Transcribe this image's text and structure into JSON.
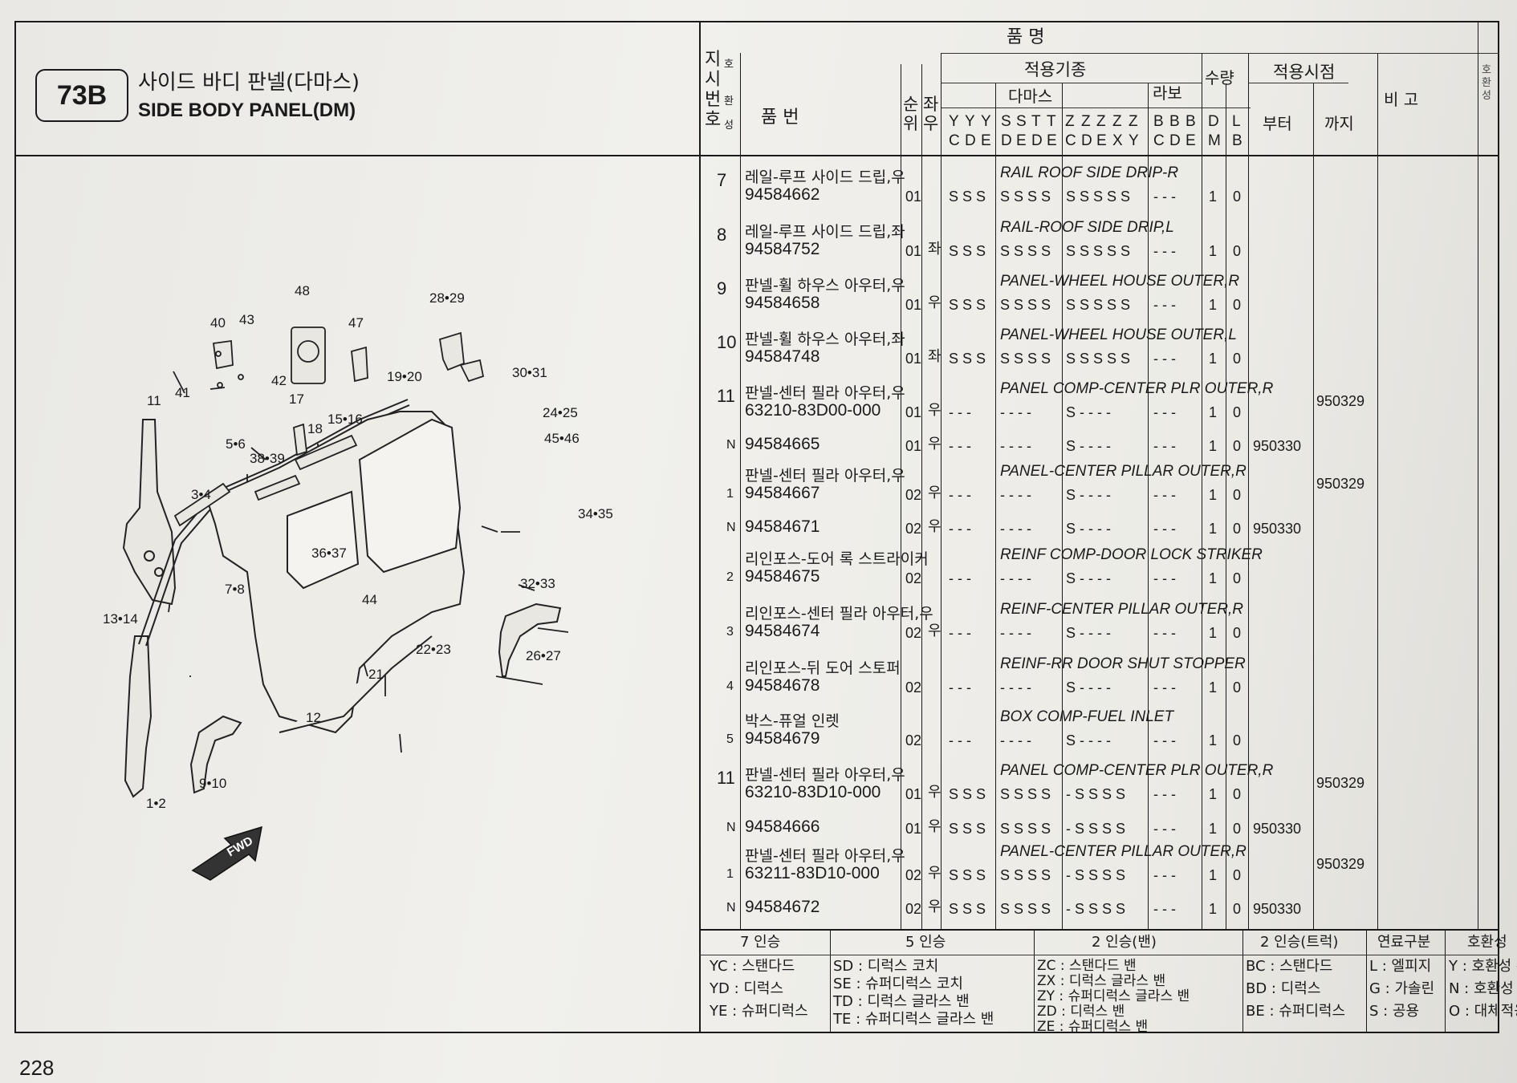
{
  "section": {
    "code": "73B",
    "title_kr": "사이드 바디 판넬(다마스)",
    "title_en": "SIDE BODY PANEL(DM)"
  },
  "header": {
    "jisi_hosi": "지시번호",
    "ho": "호",
    "hwan": "환",
    "seong": "성",
    "pummyeong": "품          명",
    "pumbeon": "품          번",
    "sunwi": "순위",
    "jwau": "좌우",
    "jeokyong_gijong": "적용기종",
    "damas": "다마스",
    "labo": "라보",
    "suryang": "수량",
    "jeokyong_sijeom": "적용시점",
    "bigo": "비    고",
    "buteo": "부터",
    "kkaji": "까지",
    "codes_row1": [
      "Y",
      "Y",
      "Y",
      "S",
      "S",
      "T",
      "T",
      "Z",
      "Z",
      "Z",
      "Z",
      "Z",
      "B",
      "B",
      "B",
      "D",
      "L"
    ],
    "codes_row2": [
      "C",
      "D",
      "E",
      "D",
      "E",
      "D",
      "E",
      "C",
      "D",
      "E",
      "X",
      "Y",
      "C",
      "D",
      "E",
      "M",
      "B"
    ],
    "hohwanseong_vertical": "호환성"
  },
  "rows": [
    {
      "ref": "7",
      "name_kr": "레일-루프 사이드 드립,우",
      "part": "94584662",
      "seq": "01",
      "lr": "",
      "yyy": "S S S",
      "sstt": "S S S S",
      "zzzzz": "S S S S S",
      "bbb": "- - -",
      "d": "1",
      "l": "0",
      "from": "",
      "to": "",
      "name_en": "RAIL ROOF SIDE DRIP-R"
    },
    {
      "ref": "8",
      "name_kr": "레일-루프 사이드 드립,좌",
      "part": "94584752",
      "seq": "01",
      "lr": "좌",
      "yyy": "S S S",
      "sstt": "S S S S",
      "zzzzz": "S S S S S",
      "bbb": "- - -",
      "d": "1",
      "l": "0",
      "from": "",
      "to": "",
      "name_en": "RAIL-ROOF SIDE DRIP,L"
    },
    {
      "ref": "9",
      "name_kr": "판넬-휠 하우스 아우터,우",
      "part": "94584658",
      "seq": "01",
      "lr": "우",
      "yyy": "S S S",
      "sstt": "S S S S",
      "zzzzz": "S S S S S",
      "bbb": "- - -",
      "d": "1",
      "l": "0",
      "from": "",
      "to": "",
      "name_en": "PANEL-WHEEL HOUSE OUTER,R"
    },
    {
      "ref": "10",
      "name_kr": "판넬-휠 하우스 아우터,좌",
      "part": "94584748",
      "seq": "01",
      "lr": "좌",
      "yyy": "S S S",
      "sstt": "S S S S",
      "zzzzz": "S S S S S",
      "bbb": "- - -",
      "d": "1",
      "l": "0",
      "from": "",
      "to": "",
      "name_en": "PANEL-WHEEL HOUSE OUTER,L"
    },
    {
      "ref": "11",
      "name_kr": "판넬-센터 필라 아우터,우",
      "part": "63210-83D00-000",
      "seq": "01",
      "lr": "우",
      "yyy": "- - -",
      "sstt": "- - - -",
      "zzzzz": "S - - - -",
      "bbb": "- - -",
      "d": "1",
      "l": "0",
      "from": "",
      "to": "950329",
      "name_en": "PANEL COMP-CENTER PLR OUTER,R"
    },
    {
      "ref": "N",
      "name_kr": "",
      "part": "94584665",
      "seq": "01",
      "lr": "우",
      "yyy": "- - -",
      "sstt": "- - - -",
      "zzzzz": "S - - - -",
      "bbb": "- - -",
      "d": "1",
      "l": "0",
      "from": "950330",
      "to": "",
      "name_en": ""
    },
    {
      "ref": "1",
      "name_kr": "판넬-센터 필라 아우터,우",
      "part": "94584667",
      "seq": "02",
      "lr": "우",
      "yyy": "- - -",
      "sstt": "- - - -",
      "zzzzz": "S - - - -",
      "bbb": "- - -",
      "d": "1",
      "l": "0",
      "from": "",
      "to": "950329",
      "name_en": "PANEL-CENTER PILLAR OUTER,R"
    },
    {
      "ref": "N",
      "name_kr": "",
      "part": "94584671",
      "seq": "02",
      "lr": "우",
      "yyy": "- - -",
      "sstt": "- - - -",
      "zzzzz": "S - - - -",
      "bbb": "- - -",
      "d": "1",
      "l": "0",
      "from": "950330",
      "to": "",
      "name_en": ""
    },
    {
      "ref": "2",
      "name_kr": "리인포스-도어 록 스트라이커",
      "part": "94584675",
      "seq": "02",
      "lr": "",
      "yyy": "- - -",
      "sstt": "- - - -",
      "zzzzz": "S - - - -",
      "bbb": "- - -",
      "d": "1",
      "l": "0",
      "from": "",
      "to": "",
      "name_en": "REINF COMP-DOOR LOCK STRIKER"
    },
    {
      "ref": "3",
      "name_kr": "리인포스-센터 필라 아우터,우",
      "part": "94584674",
      "seq": "02",
      "lr": "우",
      "yyy": "- - -",
      "sstt": "- - - -",
      "zzzzz": "S - - - -",
      "bbb": "- - -",
      "d": "1",
      "l": "0",
      "from": "",
      "to": "",
      "name_en": "REINF-CENTER PILLAR OUTER,R"
    },
    {
      "ref": "4",
      "name_kr": "리인포스-뒤 도어 스토퍼",
      "part": "94584678",
      "seq": "02",
      "lr": "",
      "yyy": "- - -",
      "sstt": "- - - -",
      "zzzzz": "S - - - -",
      "bbb": "- - -",
      "d": "1",
      "l": "0",
      "from": "",
      "to": "",
      "name_en": "REINF-RR DOOR SHUT STOPPER"
    },
    {
      "ref": "5",
      "name_kr": "박스-퓨얼 인렛",
      "part": "94584679",
      "seq": "02",
      "lr": "",
      "yyy": "- - -",
      "sstt": "- - - -",
      "zzzzz": "S - - - -",
      "bbb": "- - -",
      "d": "1",
      "l": "0",
      "from": "",
      "to": "",
      "name_en": "BOX COMP-FUEL INLET"
    },
    {
      "ref": "11",
      "name_kr": "판넬-센터 필라 아우터,우",
      "part": "63210-83D10-000",
      "seq": "01",
      "lr": "우",
      "yyy": "S S S",
      "sstt": "S S S S",
      "zzzzz": "- S S S S",
      "bbb": "- - -",
      "d": "1",
      "l": "0",
      "from": "",
      "to": "950329",
      "name_en": "PANEL COMP-CENTER PLR OUTER,R"
    },
    {
      "ref": "N",
      "name_kr": "",
      "part": "94584666",
      "seq": "01",
      "lr": "우",
      "yyy": "S S S",
      "sstt": "S S S S",
      "zzzzz": "- S S S S",
      "bbb": "- - -",
      "d": "1",
      "l": "0",
      "from": "950330",
      "to": "",
      "name_en": ""
    },
    {
      "ref": "1",
      "name_kr": "판넬-센터 필라 아우터,우",
      "part": "63211-83D10-000",
      "seq": "02",
      "lr": "우",
      "yyy": "S S S",
      "sstt": "S S S S",
      "zzzzz": "- S S S S",
      "bbb": "- - -",
      "d": "1",
      "l": "0",
      "from": "",
      "to": "950329",
      "name_en": "PANEL-CENTER PILLAR OUTER,R"
    },
    {
      "ref": "N",
      "name_kr": "",
      "part": "94584672",
      "seq": "02",
      "lr": "우",
      "yyy": "S S S",
      "sstt": "S S S S",
      "zzzzz": "- S S S S",
      "bbb": "- - -",
      "d": "1",
      "l": "0",
      "from": "950330",
      "to": "",
      "name_en": ""
    }
  ],
  "legend": {
    "seven": {
      "title": "7 인승",
      "items": [
        "YC : 스탠다드",
        "YD : 디럭스",
        "YE : 슈퍼디럭스"
      ]
    },
    "five": {
      "title": "5 인승",
      "items": [
        "SD : 디럭스 코치",
        "SE : 슈퍼디럭스 코치",
        "TD : 디럭스 글라스 밴",
        "TE : 슈퍼디럭스 글라스 밴"
      ]
    },
    "two_van": {
      "title": "2 인승(밴)",
      "items": [
        "ZC : 스탠다드 밴",
        "ZX : 디럭스 글라스 밴",
        "ZY : 슈퍼디럭스 글라스 밴",
        "ZD : 디럭스 밴",
        "ZE : 슈퍼디럭스 밴"
      ]
    },
    "two_truck": {
      "title": "2 인승(트럭)",
      "items": [
        "BC : 스탠다드",
        "BD : 디럭스",
        "BE : 슈퍼디럭스"
      ]
    },
    "fuel": {
      "title": "연료구분",
      "items": [
        "L : 엘피지",
        "G : 가솔린",
        "S : 공용"
      ]
    },
    "compat": {
      "title": "호환성",
      "items": [
        "Y : 호환성 유",
        "N : 호환성 무",
        "O : 대체적용"
      ]
    }
  },
  "diagram_labels": [
    "48",
    "28•29",
    "40",
    "43",
    "47",
    "42",
    "30•31",
    "41",
    "17",
    "19•20",
    "11",
    "18",
    "15•16",
    "24•25",
    "5•6",
    "38•39",
    "45•46",
    "3•4",
    "34•35",
    "36•37",
    "7•8",
    "44",
    "32•33",
    "13•14",
    "22•23",
    "26•27",
    "21",
    "12",
    "9•10",
    "1•2"
  ],
  "fwd_label": "FWD",
  "page_number": "228"
}
